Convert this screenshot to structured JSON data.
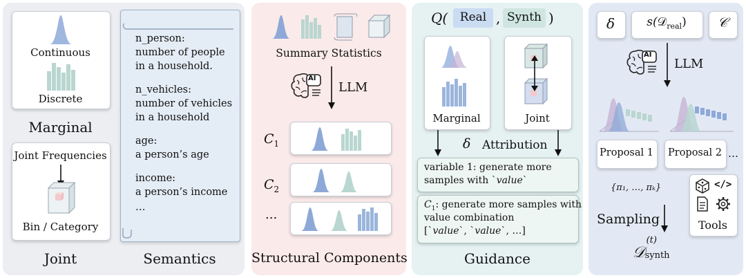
{
  "panel1": {
    "continuous": "Continuous",
    "discrete": "Discrete",
    "marginal": "Marginal",
    "joint_frequencies": "Joint Frequencies",
    "bin_category": "Bin / Category",
    "joint": "Joint"
  },
  "semantics": {
    "title": "Semantics",
    "lines": [
      "n_person:",
      "number of people",
      "in a household.",
      "n_vehicles:",
      "number of vehicles",
      "in a household",
      "age:",
      "a person’s age",
      "income:",
      "a person’s income",
      "…"
    ]
  },
  "structural": {
    "summary_statistics": "Summary Statistics",
    "llm": "LLM",
    "ai_badge": "AI",
    "c_letter": "C",
    "c1_sub": "1",
    "c2_sub": "2",
    "ellipsis": "...",
    "title": "Structural Components"
  },
  "guidance": {
    "q_prefix": "Q(",
    "real": "Real",
    "comma": ",",
    "synth": "Synth",
    "q_suffix": ")",
    "marginal": "Marginal",
    "joint": "Joint",
    "delta": "δ",
    "attribution": "Attribution",
    "note1_line1": "variable 1: generate more",
    "note1_line2a": "samples with `",
    "note1_value": "value",
    "note1_line2b": "`",
    "note2_c": "C",
    "note2_sub": "1",
    "note2_line1": ": generate more samples with",
    "note2_line2": "value combination",
    "note2_line3a": "[`",
    "note2_v1": "value",
    "note2_mid": "`, `",
    "note2_v2": "value",
    "note2_line3b": "`, …]",
    "title": "Guidance"
  },
  "sampling": {
    "delta": "δ",
    "s_prefix": "s(",
    "s_D": "𝒟",
    "s_sub": "real",
    "s_suffix": ")",
    "c_script": "𝒞",
    "llm": "LLM",
    "ai_badge": "AI",
    "proposal1": "Proposal 1",
    "proposal2": "Proposal 2",
    "proposal_more": "…",
    "pi_set": "{π₁, …, πₖ}",
    "sampling": "Sampling",
    "tools": "Tools",
    "code_glyph": "</>",
    "out_D": "𝒟",
    "out_sup": "(t)",
    "out_sub": "synth"
  },
  "colors": {
    "panel_gray": "#eceef2",
    "panel_pink": "#fbeaea",
    "panel_cyan": "#e6f2f2",
    "panel_blue": "#e3e9f4",
    "dist_blue": "#8ea9d8",
    "dist_green": "#b9d6d0",
    "dist_purple": "#c4b4d6",
    "bar_blue": "#9bb5dc",
    "real_bg": "#c9dcf2",
    "synth_bg": "#cfe6e0",
    "cube_pink": "#f3c9cc"
  }
}
